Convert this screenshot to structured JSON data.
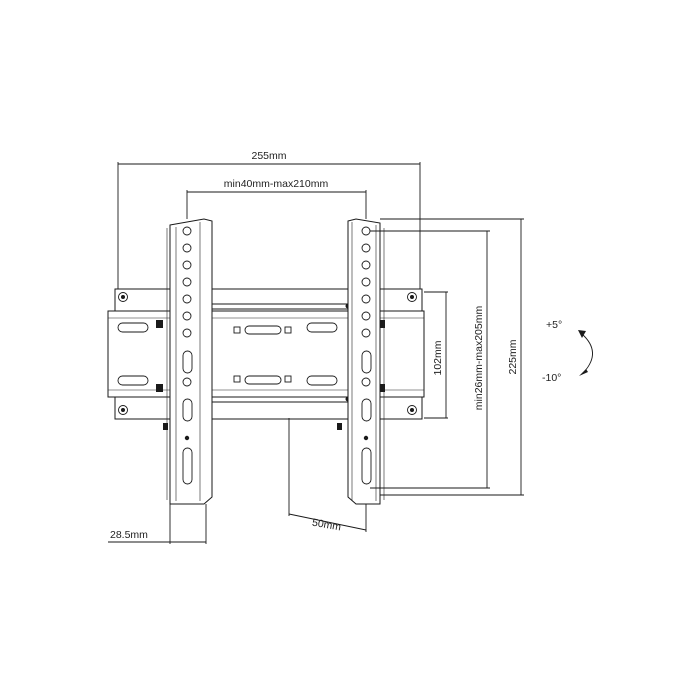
{
  "dimensions": {
    "overall_width": "255mm",
    "hole_spacing_horizontal": "min40mm-max210mm",
    "wall_plate_height": "102mm",
    "hole_spacing_vertical": "min26mm-max205mm",
    "overall_height": "225mm",
    "wall_distance": "28.5mm",
    "depth": "50mm"
  },
  "tilt": {
    "up": "+5°",
    "down": "-10°"
  },
  "colors": {
    "line": "#1a1a1a",
    "background": "#ffffff"
  }
}
